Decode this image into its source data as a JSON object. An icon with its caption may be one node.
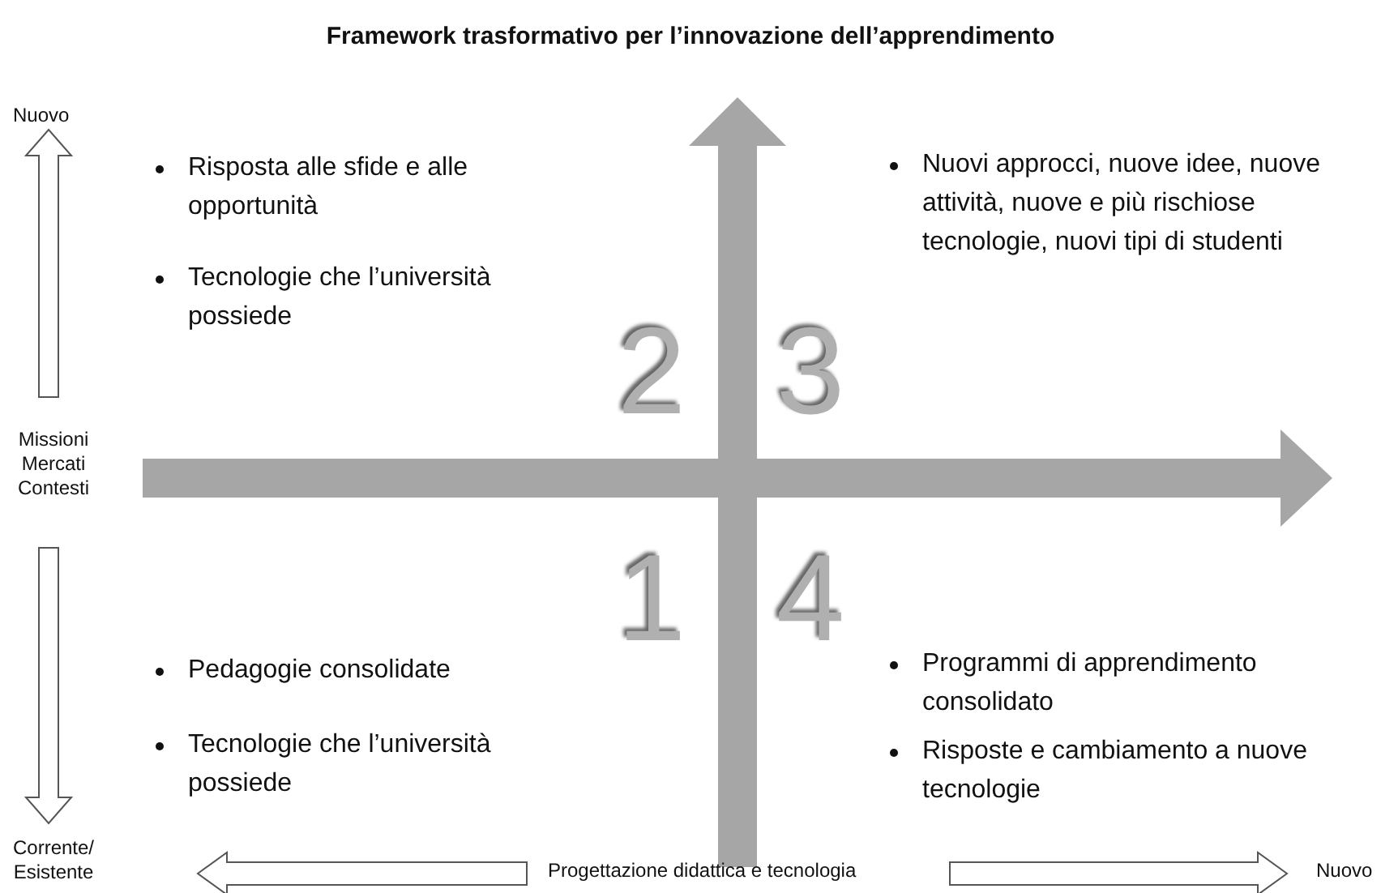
{
  "diagram": {
    "title": "Framework trasformativo per l’innovazione dell’apprendimento",
    "labels": [
      "Nuovo",
      "Risposta alle sfide e alle opportunità",
      "Tecnologie che l’università possiede",
      "Nuovi approcci, nuove idee, nuove attività, nuove e più rischiose tecnologie, nuovi tipi di studenti",
      "2",
      "3",
      "Missioni Mercati Contesti",
      "1",
      "4",
      "Pedagogie consolidate",
      "Programmi di apprendimento consolidato",
      "Tecnologie che l’università possiede",
      "Risposte e cambiamento a nuove tecnologie",
      "Corrente/ Esistente",
      "Progettazione didattica e tecnologia",
      "Nuovo"
    ]
  }
}
